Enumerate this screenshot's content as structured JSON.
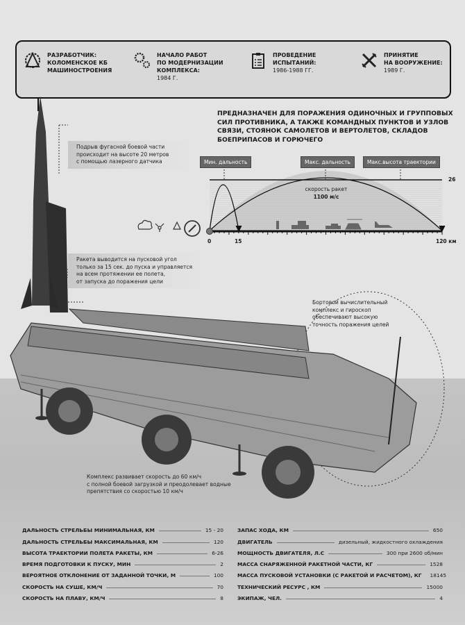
{
  "header": {
    "items": [
      {
        "icon": "designer-emblem-icon",
        "title": "РАЗРАБОТЧИК:",
        "lines": [
          "КОЛОМЕНСКОЕ КБ",
          "МАШИНОСТРОЕНИЯ"
        ],
        "value": ""
      },
      {
        "icon": "gears-icon",
        "title": "НАЧАЛО РАБОТ",
        "lines": [
          "ПО МОДЕРНИЗАЦИИ",
          "КОМПЛЕКСА:"
        ],
        "value": "1984 Г."
      },
      {
        "icon": "clipboard-icon",
        "title": "ПРОВЕДЕНИЕ",
        "lines": [
          "ИСПЫТАНИЙ:"
        ],
        "value": "1986-1988 ГГ."
      },
      {
        "icon": "crossed-swords-icon",
        "title": "ПРИНЯТИЕ",
        "lines": [
          "НА ВООРУЖЕНИЕ:"
        ],
        "value": "1989 Г."
      }
    ]
  },
  "headline": "Предназначен для поражения одиночных и групповых сил противника, а также командных пунктов и узлов связи, стоянок самолетов и вертолетов, складов боеприпасов и горючего",
  "trajectory": {
    "labels": {
      "min": "Мин. дальность",
      "max": "Макс. дальность",
      "height": "Макс.высота траектории"
    },
    "speed_line1": "скорость ракет",
    "speed_line2": "1100 м/с",
    "ticks": {
      "zero": "0",
      "min": "15",
      "max": "120 км",
      "height": "26"
    },
    "min_range_km": 15,
    "max_range_km": 120,
    "max_height_km": 26
  },
  "callouts": {
    "detonation": [
      "Подрыв фугасной боевой части",
      "происходит на высоте 20 метров",
      "с помощью лазерного датчика"
    ],
    "launch": [
      "Ракета выводится на пусковой угол",
      "только за 15 сек. до пуска и управляется",
      "на всем протяжении ее полета,",
      "от запуска до поражения цели"
    ],
    "computer": [
      "Бортовой вычислительный",
      "комплекс и гироскоп",
      "обеспечивают высокую",
      "точность поражения целей"
    ],
    "speed": [
      "Комплекс развивает скорость до 60 км/ч",
      "с полной боевой загрузкой и преодолевает водные",
      "препятствия со скоростью 10 км/ч"
    ]
  },
  "specs_left": [
    {
      "name": "ДАЛЬНОСТЬ СТРЕЛЬБЫ МИНИМАЛЬНАЯ, КМ",
      "value": "15 - 20"
    },
    {
      "name": "ДАЛЬНОСТЬ СТРЕЛЬБЫ МАКСИМАЛЬНАЯ, КМ",
      "value": "120"
    },
    {
      "name": "ВЫСОТА ТРАЕКТОРИИ ПОЛЕТА РАКЕТЫ, КМ",
      "value": "6-26"
    },
    {
      "name": "ВРЕМЯ ПОДГОТОВКИ К ПУСКУ, МИН",
      "value": "2"
    },
    {
      "name": "ВЕРОЯТНОЕ ОТКЛОНЕНИЕ ОТ ЗАДАННОЙ ТОЧКИ, М",
      "value": "100"
    },
    {
      "name": "СКОРОСТЬ НА СУШЕ, КМ/Ч",
      "value": "70"
    },
    {
      "name": "СКОРОСТЬ НА ПЛАВУ, КМ/Ч",
      "value": "8"
    }
  ],
  "specs_right": [
    {
      "name": "ЗАПАС ХОДА, КМ",
      "value": "650"
    },
    {
      "name": "ДВИГАТЕЛЬ",
      "value": "дизельный, жидкостного охлаждения"
    },
    {
      "name": "МОЩНОСТЬ ДВИГАТЕЛЯ, Л.С",
      "value": "300 при 2600 об/мин"
    },
    {
      "name": "МАССА СНАРЯЖЕННОЙ РАКЕТНОЙ ЧАСТИ, КГ",
      "value": "1528"
    },
    {
      "name": "МАССА ПУСКОВОЙ УСТАНОВКИ (С РАКЕТОЙ И РАСЧЕТОМ), КГ",
      "value": "18145"
    },
    {
      "name": "ТЕХНИЧЕСКИЙ РЕСУРС , КМ",
      "value": "15000"
    },
    {
      "name": "ЭКИПАЖ, ЧЕЛ.",
      "value": "4"
    }
  ]
}
